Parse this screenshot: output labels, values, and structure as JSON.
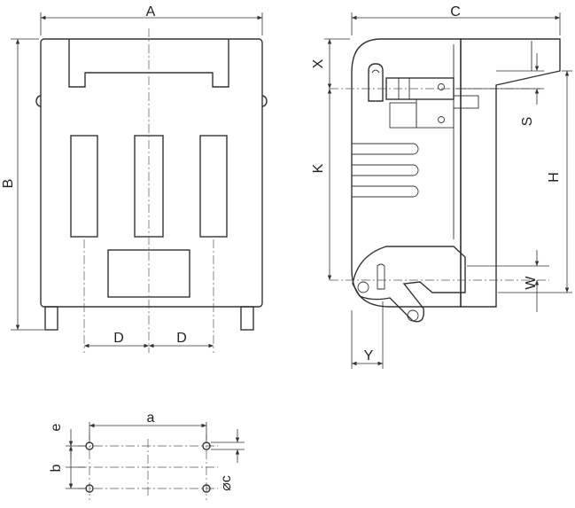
{
  "front_view": {
    "labels": {
      "width": "A",
      "height": "B",
      "pitch_left": "D",
      "pitch_right": "D"
    }
  },
  "side_view": {
    "labels": {
      "depth": "C",
      "x": "X",
      "k": "K",
      "s": "S",
      "h": "H",
      "w": "W",
      "y": "Y"
    }
  },
  "hole_pattern": {
    "labels": {
      "a": "a",
      "b": "b",
      "e": "e",
      "c": "⌀c"
    }
  },
  "colors": {
    "line": "#333333",
    "background": "#ffffff"
  }
}
